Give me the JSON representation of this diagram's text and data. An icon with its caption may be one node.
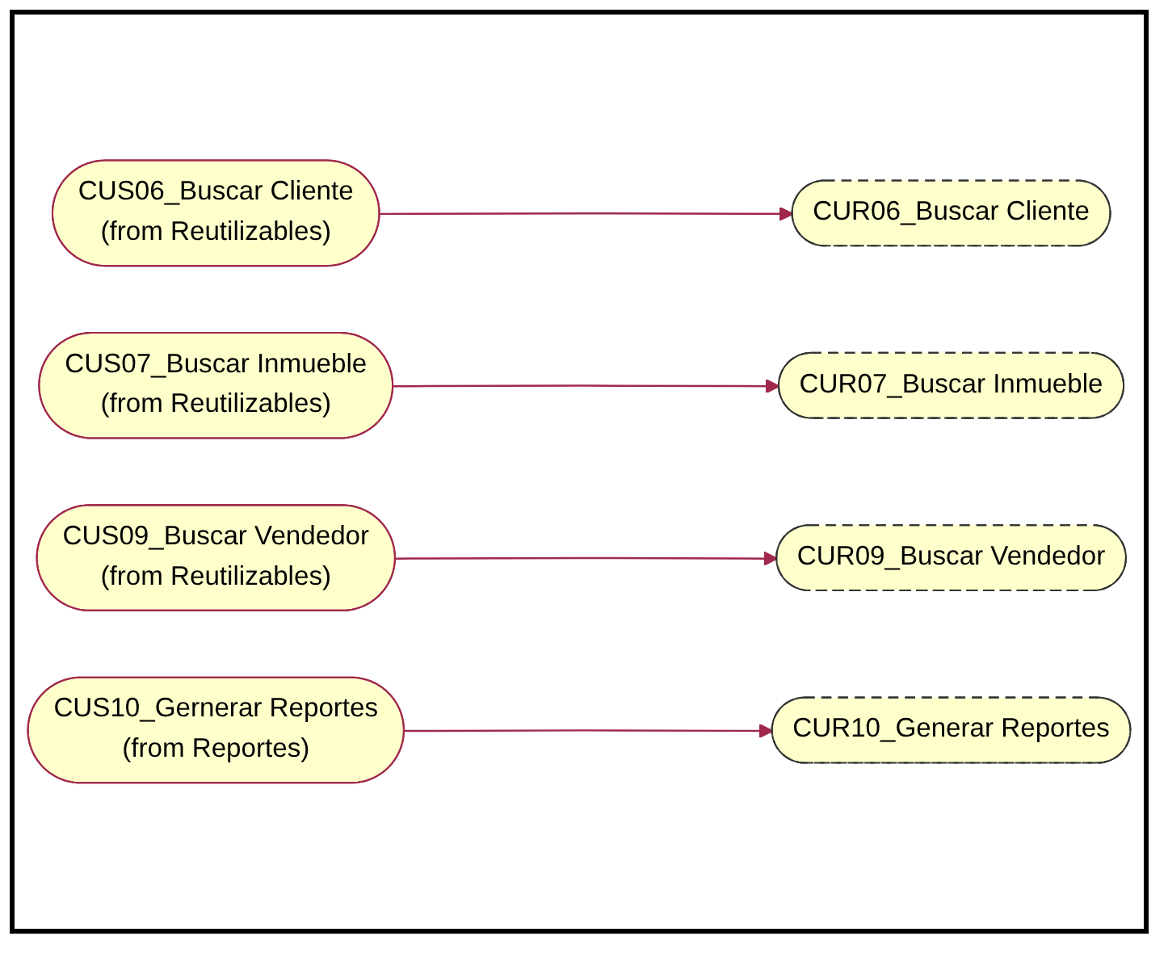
{
  "diagram": {
    "nodes": [
      {
        "text": [
          "CUS06_Buscar Cliente",
          "(from Reutilizables)"
        ]
      },
      {
        "text": [
          "CUR06_Buscar Cliente"
        ]
      },
      {
        "text": [
          "CUS07_Buscar Inmueble",
          "(from Reutilizables)"
        ]
      },
      {
        "text": [
          "CUR07_Buscar Inmueble"
        ]
      },
      {
        "text": [
          "CUS09_Buscar Vendedor",
          "(from Reutilizables)"
        ]
      },
      {
        "text": [
          "CUR09_Buscar Vendedor"
        ]
      },
      {
        "text": [
          "CUS10_Gernerar Reportes",
          "(from Reportes)"
        ]
      },
      {
        "text": [
          "CUR10_Generar Reportes"
        ]
      }
    ],
    "edges": [
      {
        "from": 0,
        "to": 1,
        "arrow": "to"
      },
      {
        "from": 2,
        "to": 3,
        "arrow": "to"
      },
      {
        "from": 4,
        "to": 5,
        "arrow": "to"
      },
      {
        "from": 6,
        "to": 7,
        "arrow": "to"
      }
    ]
  }
}
